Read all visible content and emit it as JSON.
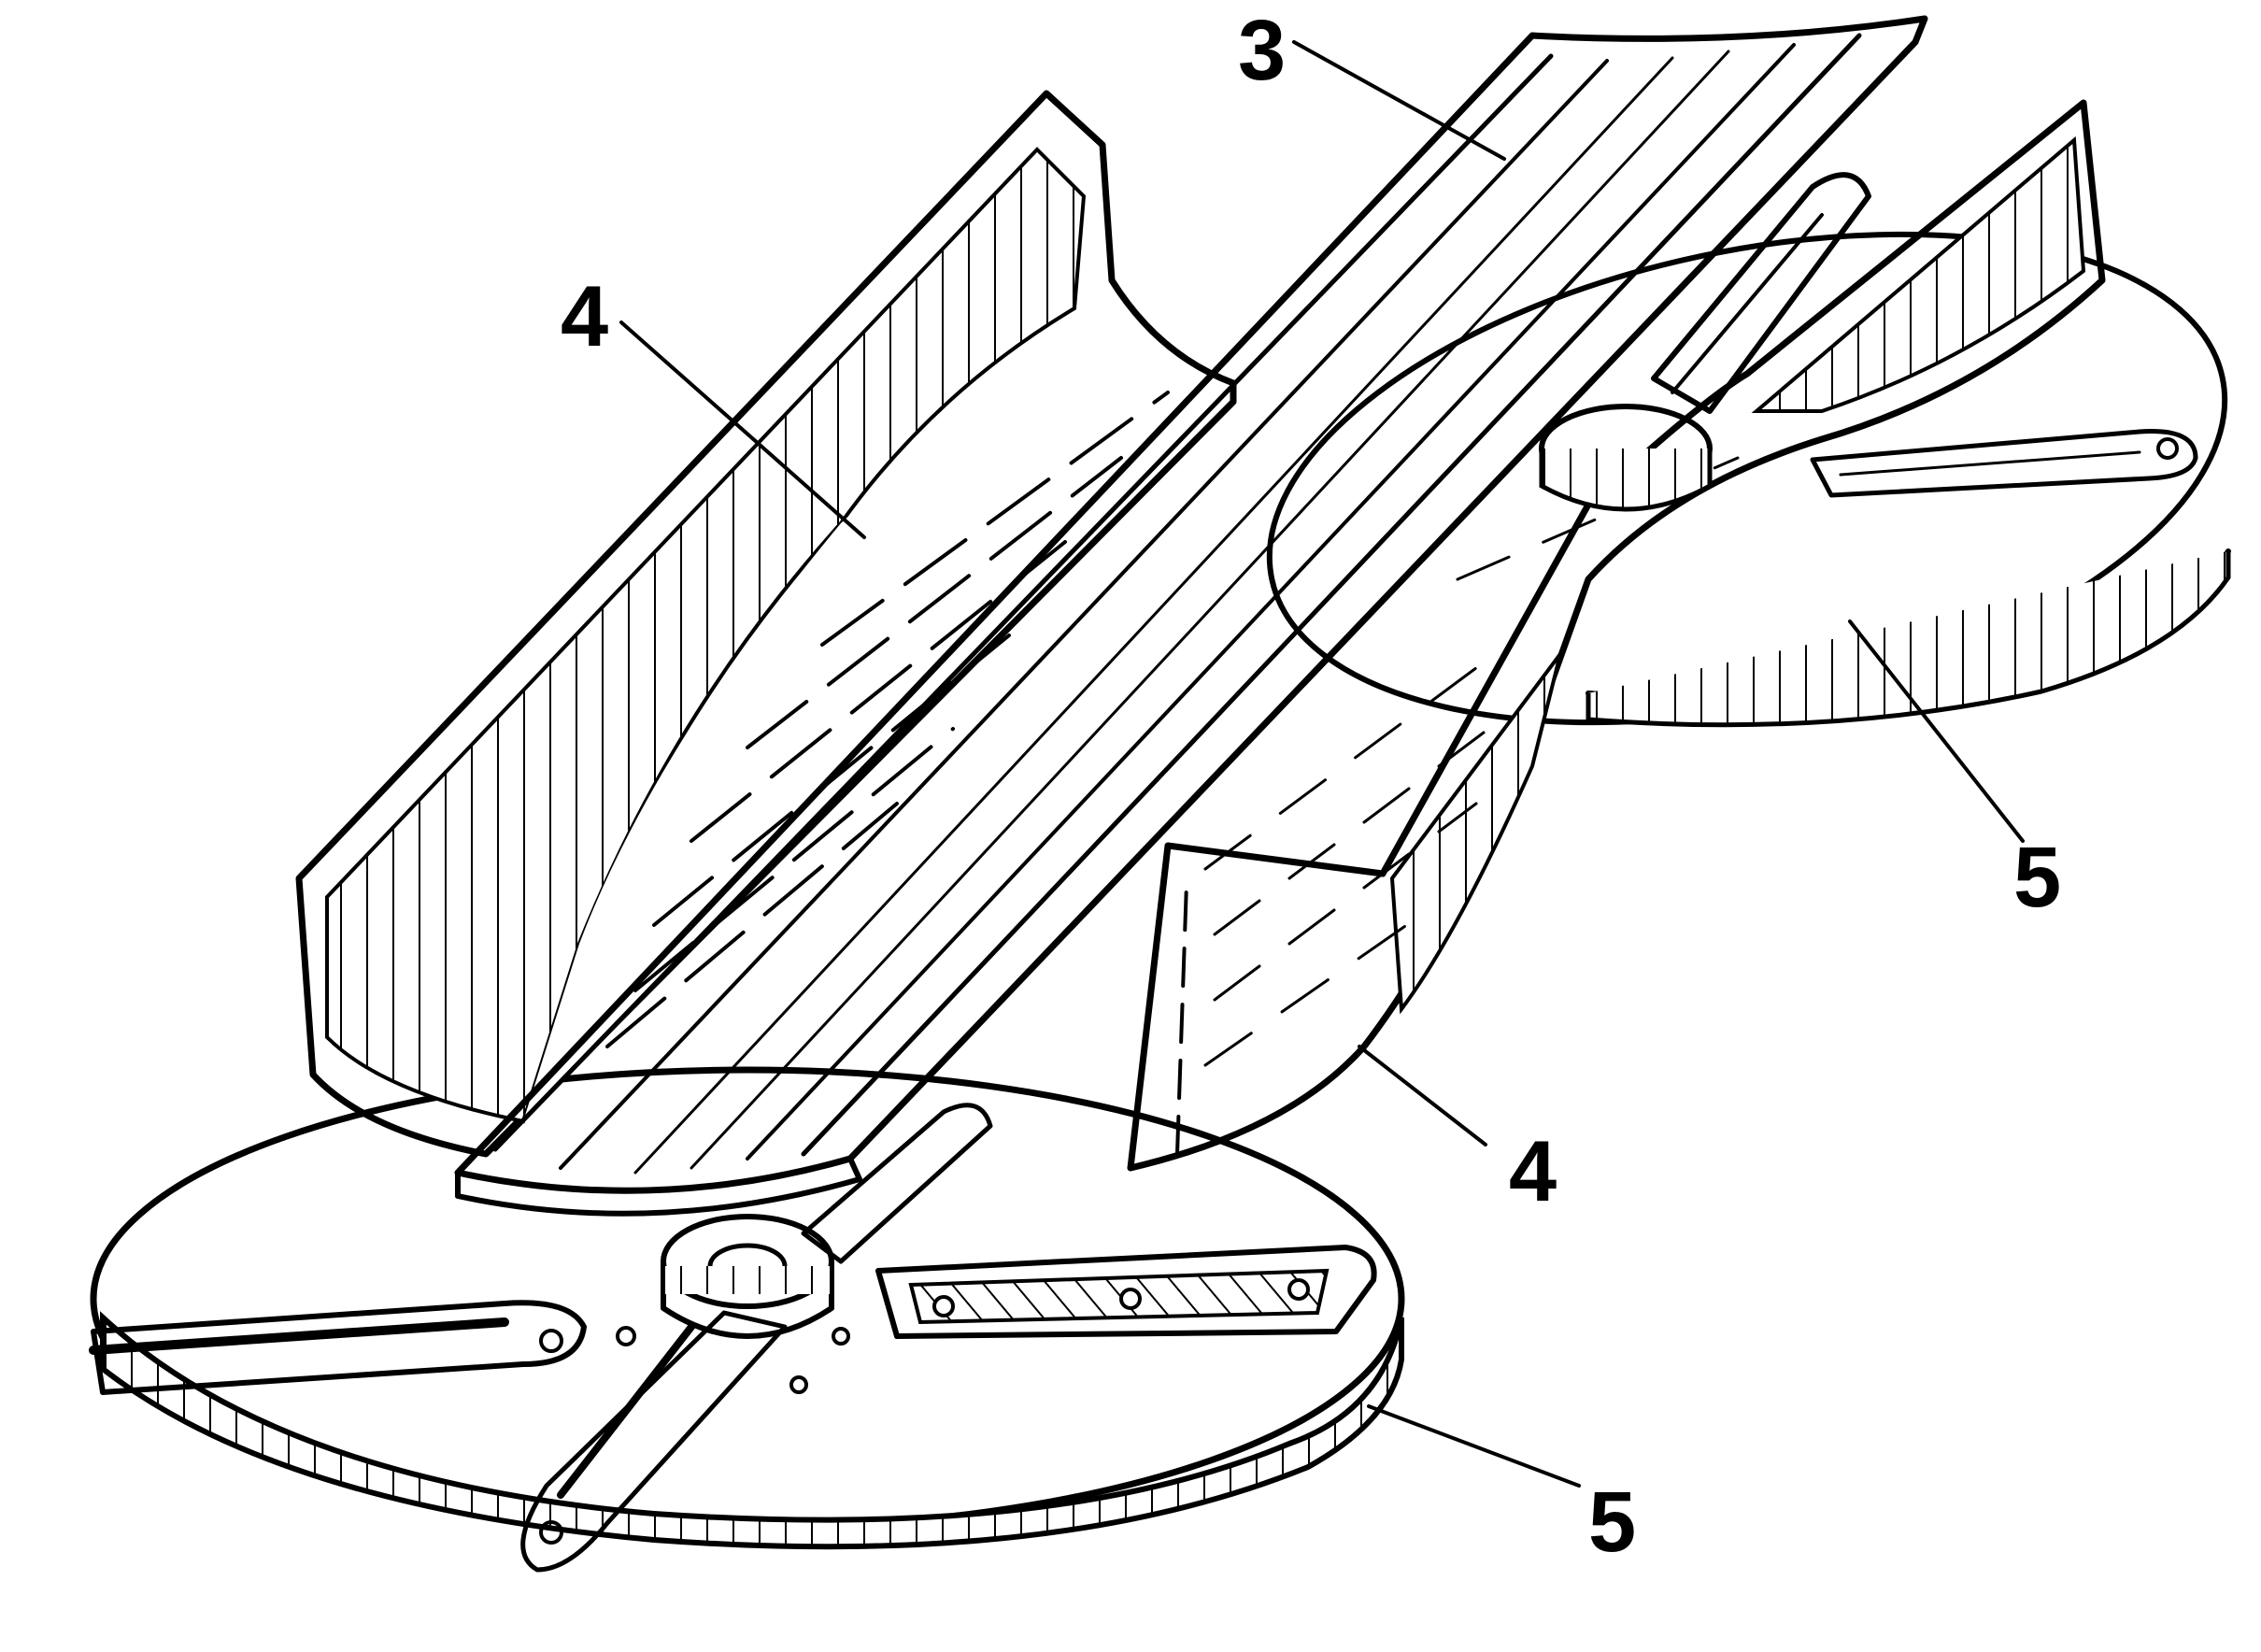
{
  "figure": {
    "labels": {
      "top_center": "3",
      "upper_left": "4",
      "lower_middle": "4",
      "right": "5",
      "lower_right": "5"
    }
  }
}
